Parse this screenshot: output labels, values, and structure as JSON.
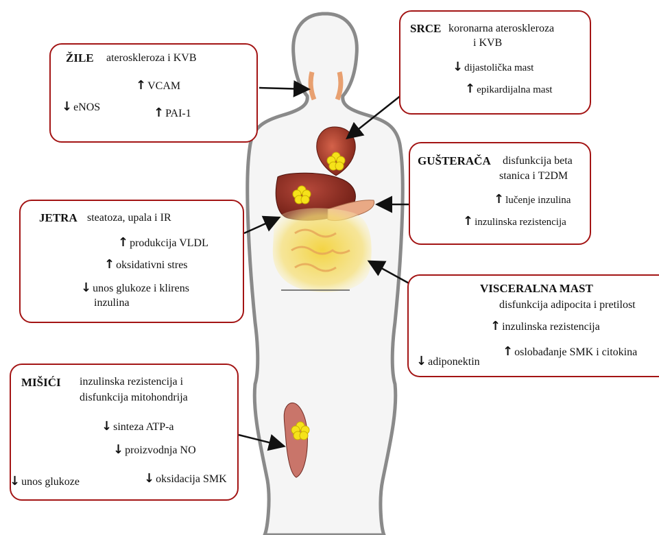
{
  "colors": {
    "box_border": "#a31414",
    "body_fill": "#f4f4f4",
    "body_outline": "#8a8a8a",
    "fat_yellow": "#f6e21a",
    "liver": "#8c2b1f",
    "arrow": "#111111"
  },
  "zile": {
    "title": "ŽILE",
    "subtitle": "ateroskleroza i KVB",
    "items": [
      {
        "dir": "up",
        "text": "VCAM"
      },
      {
        "dir": "down",
        "text": "eNOS"
      },
      {
        "dir": "up",
        "text": "PAI-1"
      }
    ]
  },
  "srce": {
    "title": "SRCE",
    "subtitle_line1": "koronarna ateroskleroza",
    "subtitle_line2": "i KVB",
    "items": [
      {
        "dir": "down",
        "text": "dijastolička mast"
      },
      {
        "dir": "up",
        "text": "epikardijalna mast"
      }
    ]
  },
  "gusteraca": {
    "title": "GUŠTERAČA",
    "subtitle_line1": "disfunkcija beta",
    "subtitle_line2": "stanica i T2DM",
    "items": [
      {
        "dir": "up",
        "text": "lučenje inzulina"
      },
      {
        "dir": "up",
        "text": "inzulinska rezistencija"
      }
    ]
  },
  "jetra": {
    "title": "JETRA",
    "subtitle": "steatoza, upala i IR",
    "items": [
      {
        "dir": "up",
        "text": "produkcija VLDL"
      },
      {
        "dir": "up",
        "text": "oksidativni stres"
      },
      {
        "dir": "down",
        "text": "unos glukoze i klirens"
      }
    ],
    "item3_line2": "inzulina"
  },
  "visceralna": {
    "title": "VISCERALNA MAST",
    "subtitle": "disfunkcija adipocita i pretilost",
    "items": [
      {
        "dir": "up",
        "text": "inzulinska rezistencija"
      },
      {
        "dir": "up",
        "text": "oslobađanje SMK i citokina"
      },
      {
        "dir": "down",
        "text": "adiponektin"
      }
    ]
  },
  "misici": {
    "title": "MIŠIĆI",
    "subtitle_line1": "inzulinska rezistencija i",
    "subtitle_line2": "disfunkcija mitohondrija",
    "items": [
      {
        "dir": "down",
        "text": "sinteza ATP-a"
      },
      {
        "dir": "down",
        "text": "proizvodnja NO"
      },
      {
        "dir": "down",
        "text": "unos glukoze"
      },
      {
        "dir": "down",
        "text": "oksidacija SMK"
      }
    ]
  },
  "arrows": {
    "up": "↑",
    "down": "↓"
  }
}
